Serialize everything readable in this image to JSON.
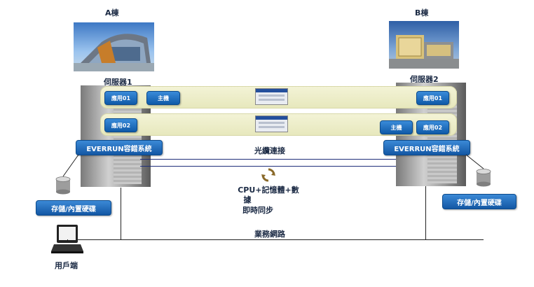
{
  "buildings": {
    "a_label": "A棟",
    "b_label": "B棟"
  },
  "servers": {
    "s1_label": "伺服器1",
    "s2_label": "伺服器2",
    "s1_app1": "應用01",
    "s1_app2": "應用02",
    "s1_host": "主機",
    "s2_app1": "應用01",
    "s2_app2": "應用02",
    "s2_host": "主機"
  },
  "system": {
    "left": "EVERRUN容錯系統",
    "right": "EVERRUN容錯系統"
  },
  "storage": {
    "left": "存儲/內置硬碟",
    "right": "存儲/內置硬碟"
  },
  "links": {
    "fiber": "光纜連接",
    "sync_line1": "CPU+記憶體+數",
    "sync_line2": "據",
    "sync_line3": "即時同步",
    "business": "業務網路"
  },
  "client": {
    "label": "用戶端"
  },
  "colors": {
    "accent_blue": "#0f5aa8",
    "band": "#eeeecb",
    "line_blue": "#1f2f7a"
  }
}
